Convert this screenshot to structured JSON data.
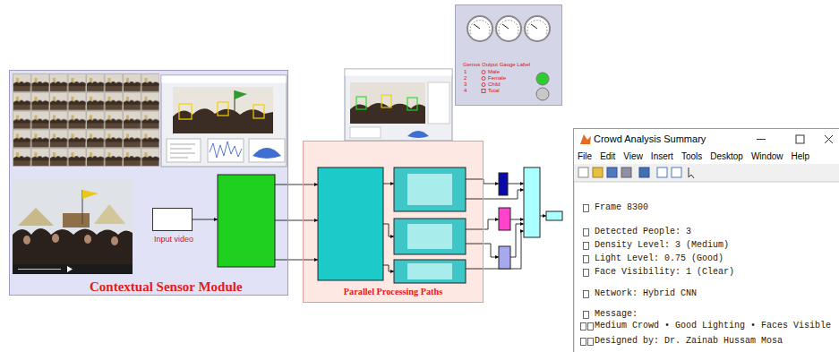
{
  "diagram": {
    "nodes": [
      {
        "text": [
          "Contextual Sensor Module"
        ]
      },
      {
        "text": [
          "Input video"
        ],
        "in": 0
      },
      {
        "text": [
          "Parallel Processing Paths"
        ]
      },
      {
        "text": [
          "Gemus Output Gauge Label",
          "1",
          "Male",
          "2",
          "Female",
          "3",
          "Child",
          "4",
          "Total"
        ]
      },
      {
        "text": [
          "Crowd Analysis Summary",
          "File",
          "Edit",
          "View",
          "Insert",
          "Tools",
          "Desktop",
          "Window",
          "Help",
          "Frame 8300",
          "Detected People: 3",
          "Density Level: 3 (Medium)",
          "Light Level: 0.75 (Good)",
          "Face Visibility: 1 (Clear)",
          "Network: Hybrid CNN",
          "Message:",
          "Medium Crowd • Good Lighting • Faces Visible",
          "Designed by: Dr. Zainab Hussam Mosa"
        ]
      }
    ]
  }
}
